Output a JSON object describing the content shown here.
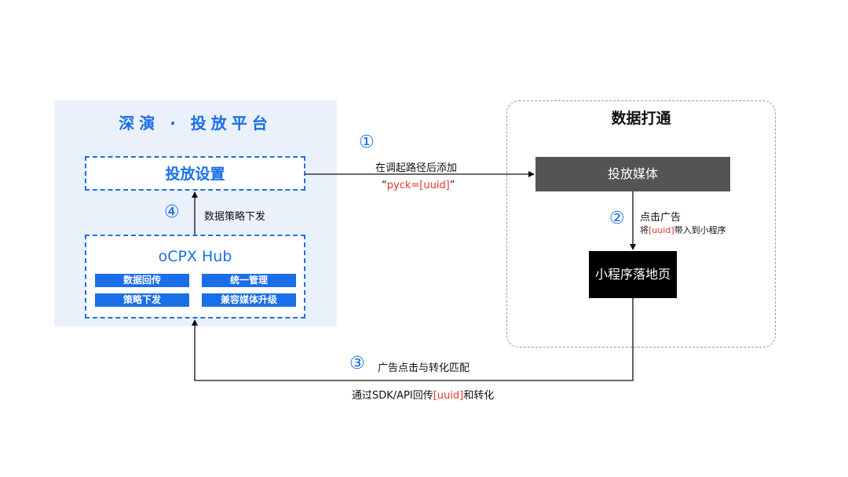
{
  "left_panel": {
    "title": "深演 · 投放平台",
    "settings_label": "投放设置",
    "hub": {
      "title": "oCPX Hub",
      "chips": [
        "数据回传",
        "统一管理",
        "策略下发",
        "兼容媒体升级"
      ]
    }
  },
  "right_panel": {
    "title": "数据打通",
    "media_label": "投放媒体",
    "landing_label": "小程序落地页"
  },
  "steps": {
    "step1": {
      "number": "①",
      "label": "在调起路径后添加",
      "param_open": "“",
      "param": "pyck=[uuid]",
      "param_close": "”"
    },
    "step2": {
      "number": "②",
      "label": "点击广告",
      "sub_prefix": "将",
      "sub_uuid": "[uuid]",
      "sub_suffix": "带入到小程序"
    },
    "step3": {
      "number": "③",
      "label": "广告点击与转化匹配",
      "bottom_prefix": "通过SDK/API回传",
      "bottom_uuid": "[uuid]",
      "bottom_suffix": "和转化"
    },
    "step4": {
      "number": "④",
      "label": "数据策略下发"
    }
  },
  "colors": {
    "accent": "#1a6ee8",
    "panel_bg": "#ebf1fa",
    "highlight": "#e8342a",
    "media_bg": "#545454",
    "landing_bg": "#000000"
  }
}
